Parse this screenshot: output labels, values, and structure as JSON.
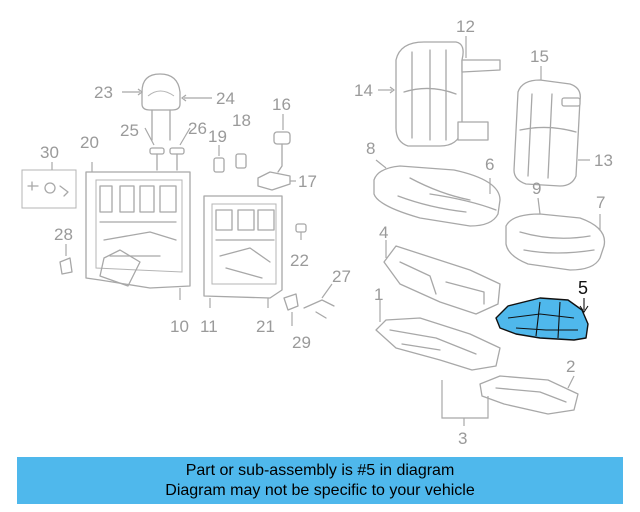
{
  "callouts": {
    "c1": "1",
    "c2": "2",
    "c3": "3",
    "c4": "4",
    "c5": "5",
    "c6": "6",
    "c7": "7",
    "c8": "8",
    "c9": "9",
    "c10": "10",
    "c11": "11",
    "c12": "12",
    "c13": "13",
    "c14": "14",
    "c15": "15",
    "c16": "16",
    "c17": "17",
    "c18": "18",
    "c19": "19",
    "c20": "20",
    "c21": "21",
    "c22": "22",
    "c23": "23",
    "c24": "24",
    "c25": "25",
    "c26": "26",
    "c27": "27",
    "c28": "28",
    "c29": "29",
    "c30": "30"
  },
  "highlighted_part": "5",
  "colors": {
    "highlight": "#4fb8ec",
    "line_art": "#a8a8a8",
    "banner": "#4fb8ec"
  },
  "banner": {
    "line1": "Part or sub-assembly is #5 in diagram",
    "line2": "Diagram may not be specific to your vehicle"
  }
}
